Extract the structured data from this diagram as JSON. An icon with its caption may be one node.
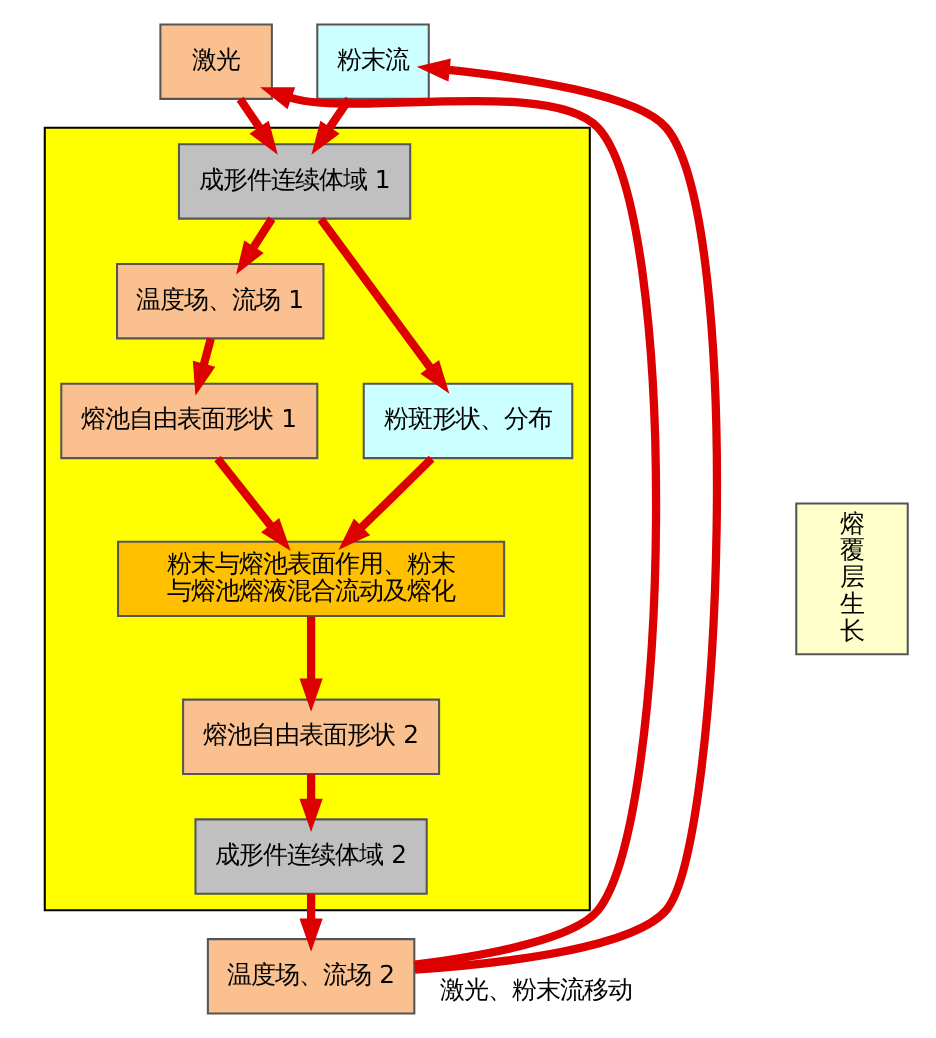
{
  "diagram": {
    "nodes": [
      {
        "text": [
          "激光"
        ]
      },
      {
        "text": [
          "粉末流"
        ]
      },
      {
        "text": [],
        "shape": "box"
      },
      {
        "text": [
          "成形件连续体域 1"
        ],
        "in": 2
      },
      {
        "text": [
          "温度场、流场 1"
        ],
        "in": 2
      },
      {
        "text": [
          "粉斑形状、分布"
        ],
        "in": 2
      },
      {
        "text": [
          "熔池自由表面形状 1"
        ],
        "in": 2
      },
      {
        "text": [
          "粉末与熔池表面作用、粉末与熔池熔液混合流动及熔化"
        ],
        "in": 2
      },
      {
        "text": [
          "熔池自由表面形状 2"
        ],
        "in": 2
      },
      {
        "text": [
          "成形件连续体域 2"
        ],
        "in": 2
      },
      {
        "text": [
          "熔覆层生长"
        ]
      },
      {
        "text": [
          "温度场、流场 2"
        ]
      }
    ],
    "edges": [
      {
        "from": 0,
        "to": 3,
        "arrow": "to"
      },
      {
        "from": 1,
        "to": 3,
        "arrow": "to"
      },
      {
        "from": 3,
        "to": 4,
        "arrow": "to"
      },
      {
        "from": 3,
        "to": 5,
        "arrow": "to"
      },
      {
        "from": 4,
        "to": 6,
        "arrow": "to"
      },
      {
        "from": 6,
        "to": 7,
        "arrow": "to"
      },
      {
        "from": 5,
        "to": 7,
        "arrow": "to"
      },
      {
        "from": 7,
        "to": 8,
        "arrow": "to"
      },
      {
        "from": 8,
        "to": 9,
        "arrow": "to"
      },
      {
        "from": 9,
        "to": 11,
        "arrow": "to"
      },
      {
        "from": 11,
        "to": 0,
        "arrow": "to",
        "label": "激光、粉末流移动"
      },
      {
        "from": 11,
        "to": 1,
        "arrow": "to"
      }
    ]
  }
}
